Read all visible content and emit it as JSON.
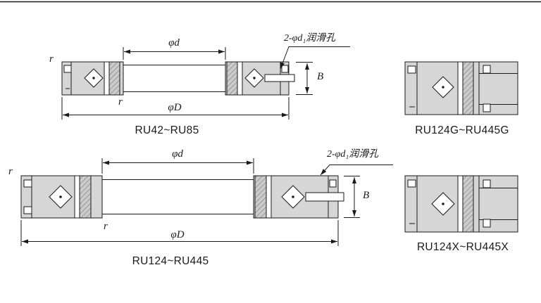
{
  "page": {
    "line_color": "#1a1a1a",
    "ring_fill_color": "#d6d6d6",
    "background_color": "#ffffff"
  },
  "drawings": {
    "top_left": {
      "model": "RU42~RU85",
      "inner_diameter_label": "φd",
      "outer_diameter_label": "φD",
      "width_label": "B",
      "fillet_outer_label": "r",
      "fillet_inner_label": "r",
      "lube_hole_note": "2-φd₁润滑孔"
    },
    "top_right": {
      "model": "RU124G~RU445G"
    },
    "bottom_left": {
      "model": "RU124~RU445",
      "inner_diameter_label": "φd",
      "outer_diameter_label": "φD",
      "width_label": "B",
      "fillet_outer_label": "r",
      "fillet_inner_label": "r",
      "lube_hole_note": "2-φd₁润滑孔"
    },
    "bottom_right": {
      "model": "RU124X~RU445X"
    }
  }
}
